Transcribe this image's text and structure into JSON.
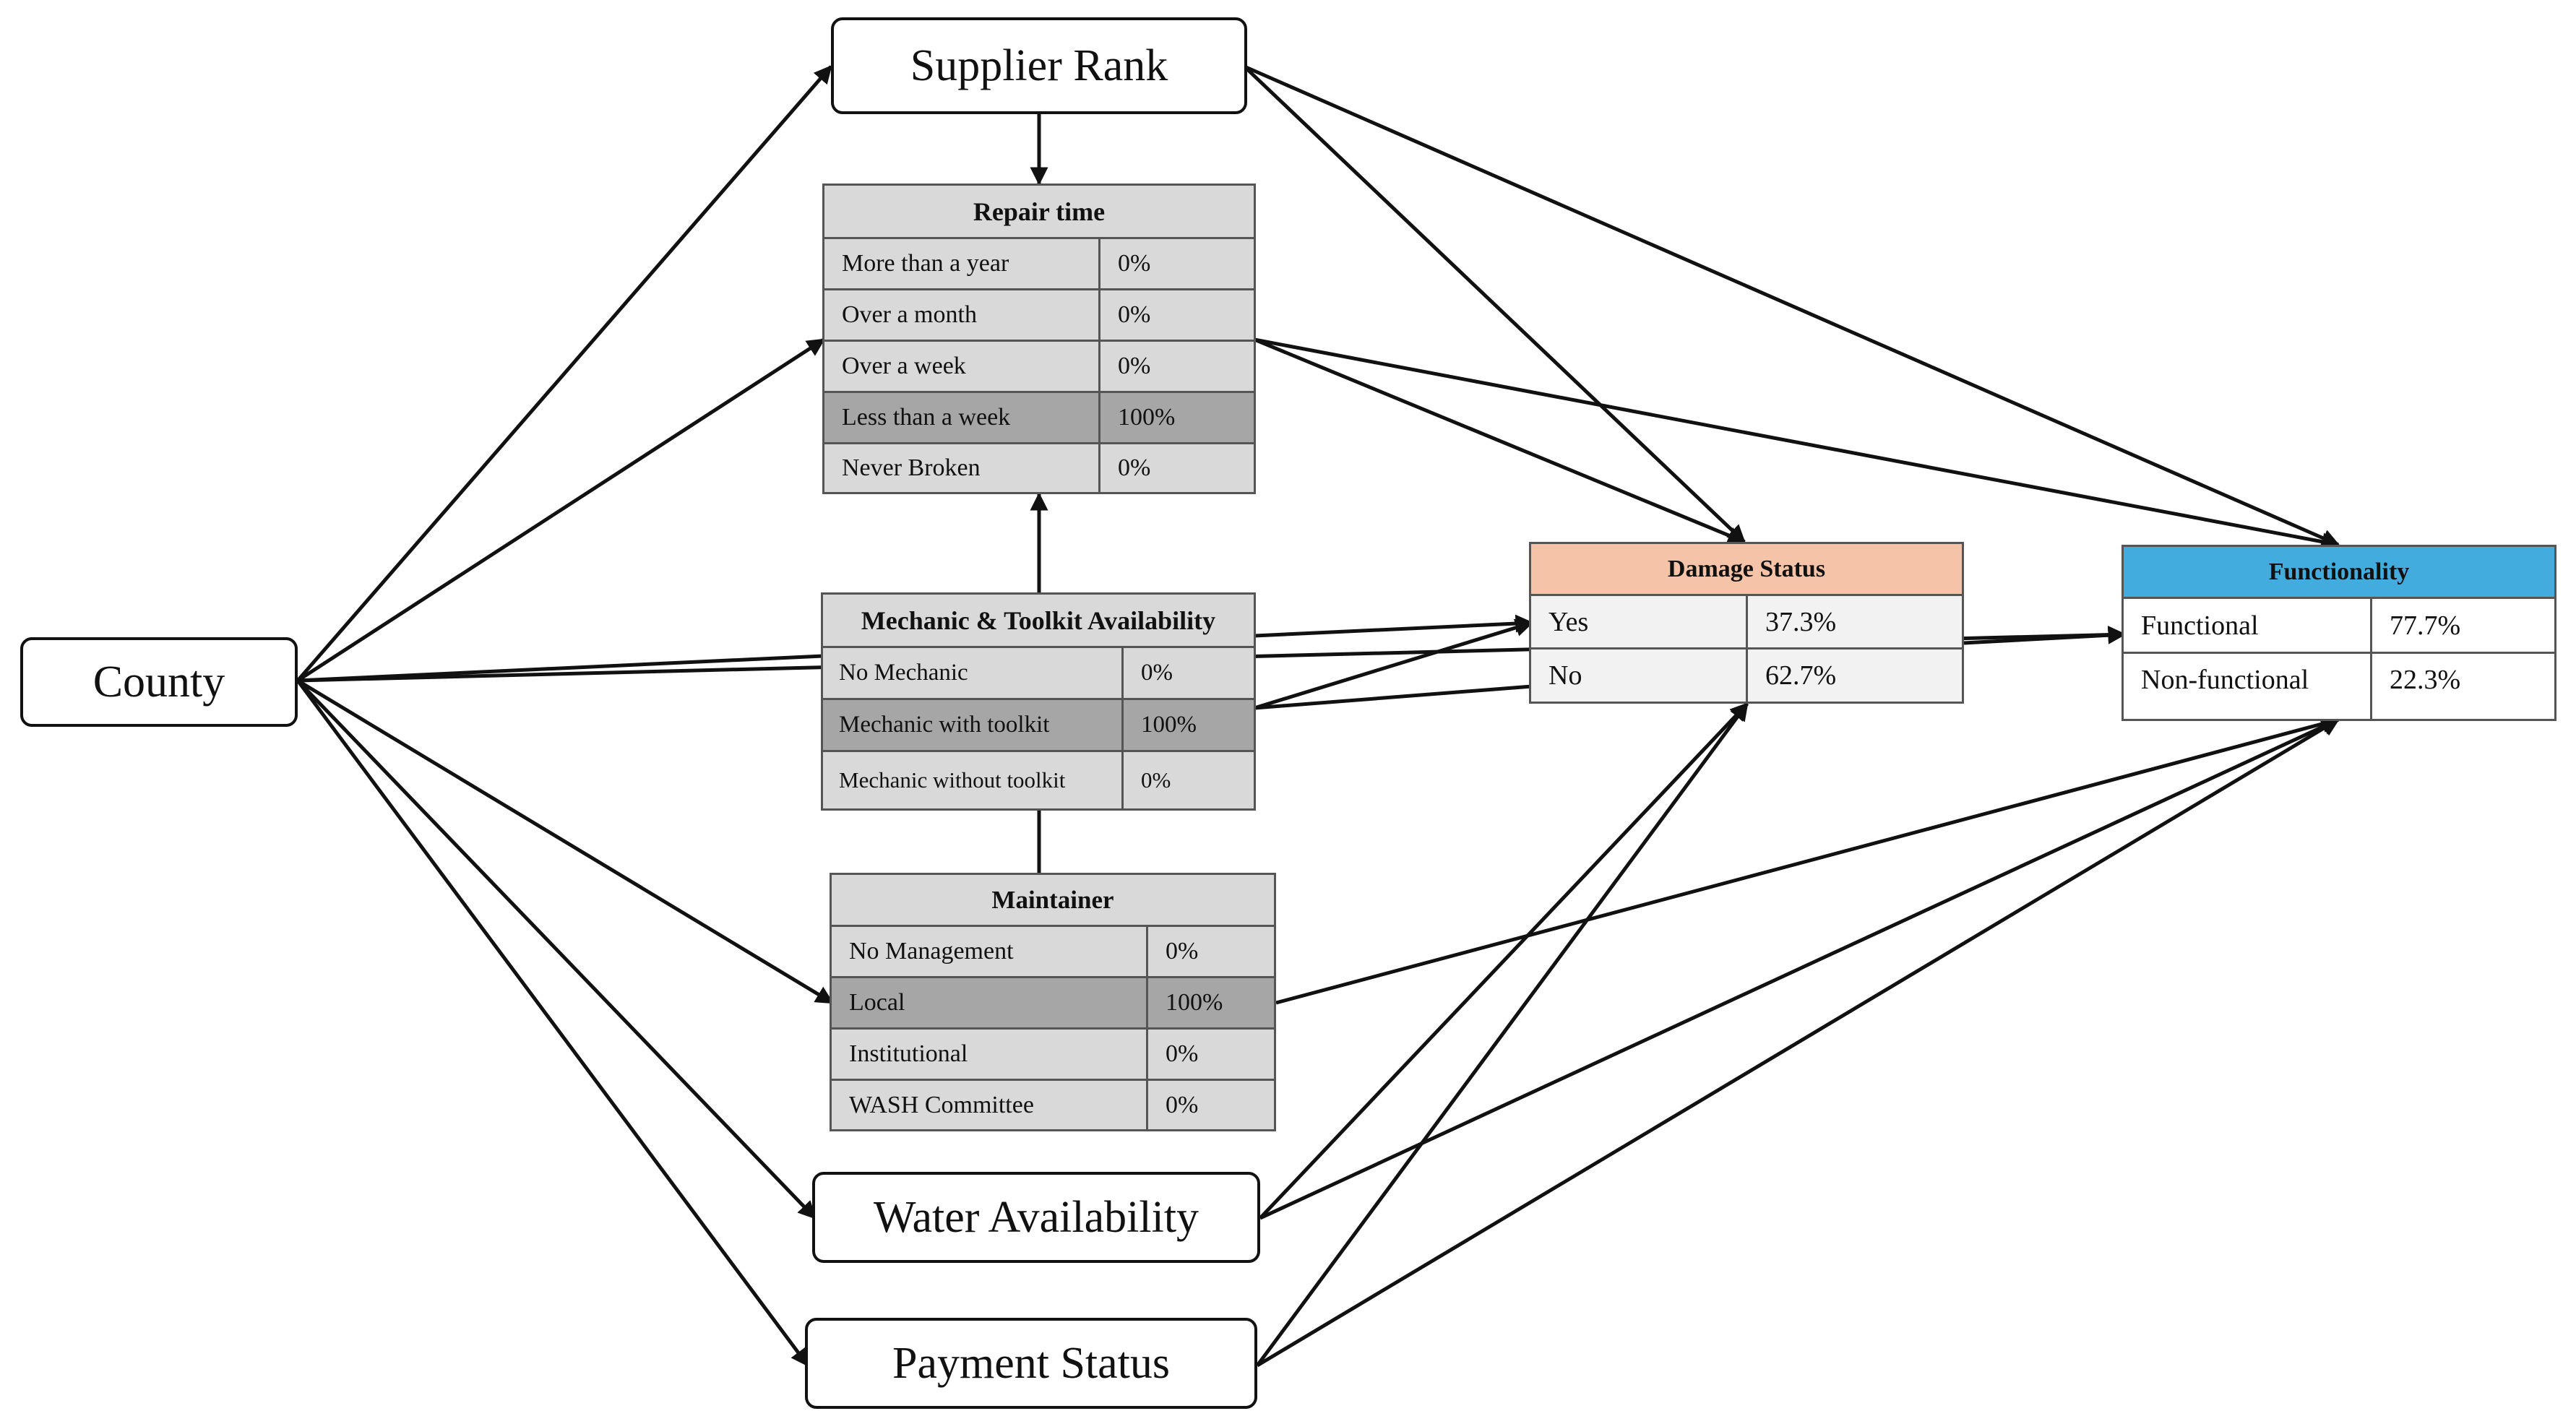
{
  "nodes": {
    "county": "County",
    "supplier_rank": "Supplier Rank",
    "water_availability": "Water Availability",
    "payment_status": "Payment Status"
  },
  "repair_time": {
    "title": "Repair time",
    "rows": [
      {
        "label": "More than a year",
        "value": "0%"
      },
      {
        "label": "Over a month",
        "value": "0%"
      },
      {
        "label": "Over a week",
        "value": "0%"
      },
      {
        "label": "Less than a week",
        "value": "100%"
      },
      {
        "label": "Never Broken",
        "value": "0%"
      }
    ]
  },
  "mechanic": {
    "title": "Mechanic & Toolkit Availability",
    "rows": [
      {
        "label": "No Mechanic",
        "value": "0%"
      },
      {
        "label": "Mechanic with toolkit",
        "value": "100%"
      },
      {
        "label": "Mechanic without toolkit",
        "value": "0%"
      }
    ]
  },
  "maintainer": {
    "title": "Maintainer",
    "rows": [
      {
        "label": "No Management",
        "value": "0%"
      },
      {
        "label": "Local",
        "value": "100%"
      },
      {
        "label": "Institutional",
        "value": "0%"
      },
      {
        "label": "WASH Committee",
        "value": "0%"
      }
    ]
  },
  "damage_status": {
    "title": "Damage Status",
    "header_color": "#f4c3a8",
    "rows": [
      {
        "label": "Yes",
        "value": "37.3%"
      },
      {
        "label": "No",
        "value": "62.7%"
      }
    ]
  },
  "functionality": {
    "title": "Functionality",
    "header_color": "#41acdd",
    "rows": [
      {
        "label": "Functional",
        "value": "77.7%"
      },
      {
        "label": "Non-functional",
        "value": "22.3%"
      }
    ]
  },
  "colors": {
    "selected_row": "#a6a6a6",
    "table_bg": "#d9d9d9",
    "edge": "#111111"
  }
}
